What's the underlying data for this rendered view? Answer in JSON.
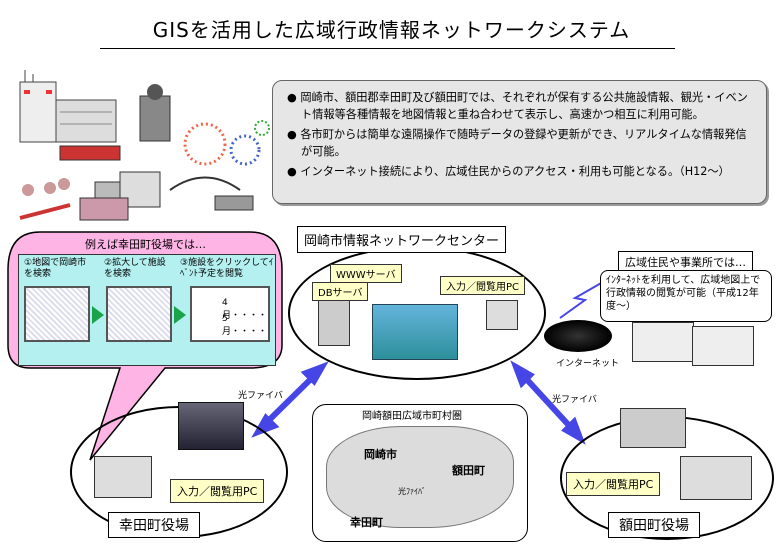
{
  "title": "GISを活用した広域行政情報ネットワークシステム",
  "info_bullets": [
    "岡崎市、額田郡幸田町及び額田町では、それぞれが保有する公共施設情報、観光・イベント情報等各種情報を地図情報と重ね合わせて表示し、高速かつ相互に利用可能。",
    "各市町からは簡単な遠隔操作で随時データの登録や更新ができ、リアルタイムな情報発信が可能。",
    "インターネット接続により、広域住民からのアクセス・利用も可能となる。（H12～）"
  ],
  "example_heading": "例えば幸田町役場では…",
  "steps": [
    "①地図で岡崎市を検索",
    "②拡大して施設を検索",
    "③施設をクリックしてｲﾍﾞﾝﾄ予定を閲覧"
  ],
  "step3_lines": [
    "4月・・・・",
    "5月・・・・"
  ],
  "center_title": "岡崎市情報ネットワークセンター",
  "www_server": "WWWサーバ",
  "db_server": "DBサーバ",
  "center_pc": "入力／閲覧用PC",
  "residents_heading": "広域住民や事業所では…",
  "residents_text": "ｲﾝﾀｰﾈｯﾄを利用して、広域地図上で行政情報の閲覧が可能（平成12年度～）",
  "internet_label": "インターネット",
  "fiber_left": "光ファイバ",
  "fiber_right": "光ファイバ",
  "area_title": "岡崎額田広域市町村圏",
  "area_okazaki": "岡崎市",
  "area_nukata": "額田町",
  "area_kota": "幸田町",
  "area_fiber": "光ﾌｧｲﾊﾞ",
  "kota_pc": "入力／閲覧用PC",
  "kota_office": "幸田町役場",
  "nukata_pc": "入力／閲覧用PC",
  "nukata_office": "額田町役場",
  "colors": {
    "pink": "#ffb4e6",
    "blue_arrow": "#4646e6",
    "teal": "#2c8f9a",
    "info_bg": "#e6e6e6",
    "label_yellow": "#ffffc8"
  }
}
